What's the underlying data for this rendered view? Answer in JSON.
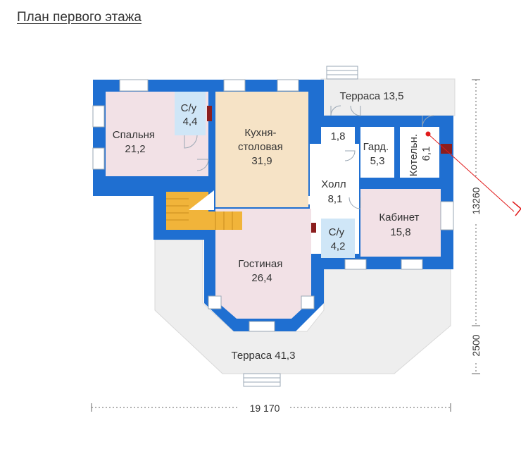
{
  "title": "План первого этажа",
  "colors": {
    "wall": "#1f6fd1",
    "room": "#f2e1e6",
    "kitchen": "#f6e3c6",
    "bath": "#cfe6f7",
    "terrace": "#eeeeee",
    "stairs": "#f1b43a"
  },
  "rooms": {
    "terrace_top": [
      "Терраса 13,5"
    ],
    "bedroom": [
      "Спальня",
      "21,2"
    ],
    "bath1": [
      "С/у",
      "4,4"
    ],
    "kitchen": [
      "Кухня-",
      "столовая",
      "31,9"
    ],
    "small": [
      "1,8"
    ],
    "wardrobe": [
      "Гард.",
      "5,3"
    ],
    "boiler": [
      "Котельн.",
      "6,1"
    ],
    "hall": [
      "Холл",
      "8,1"
    ],
    "bath2": [
      "С/у",
      "4,2"
    ],
    "study": [
      "Кабинет",
      "15,8"
    ],
    "living": [
      "Гостиная",
      "26,4"
    ],
    "terrace_bottom": [
      "Терраса 41,3"
    ]
  },
  "dimensions": {
    "width": "19 170",
    "height_main": "13260",
    "height_terrace": "2500"
  }
}
